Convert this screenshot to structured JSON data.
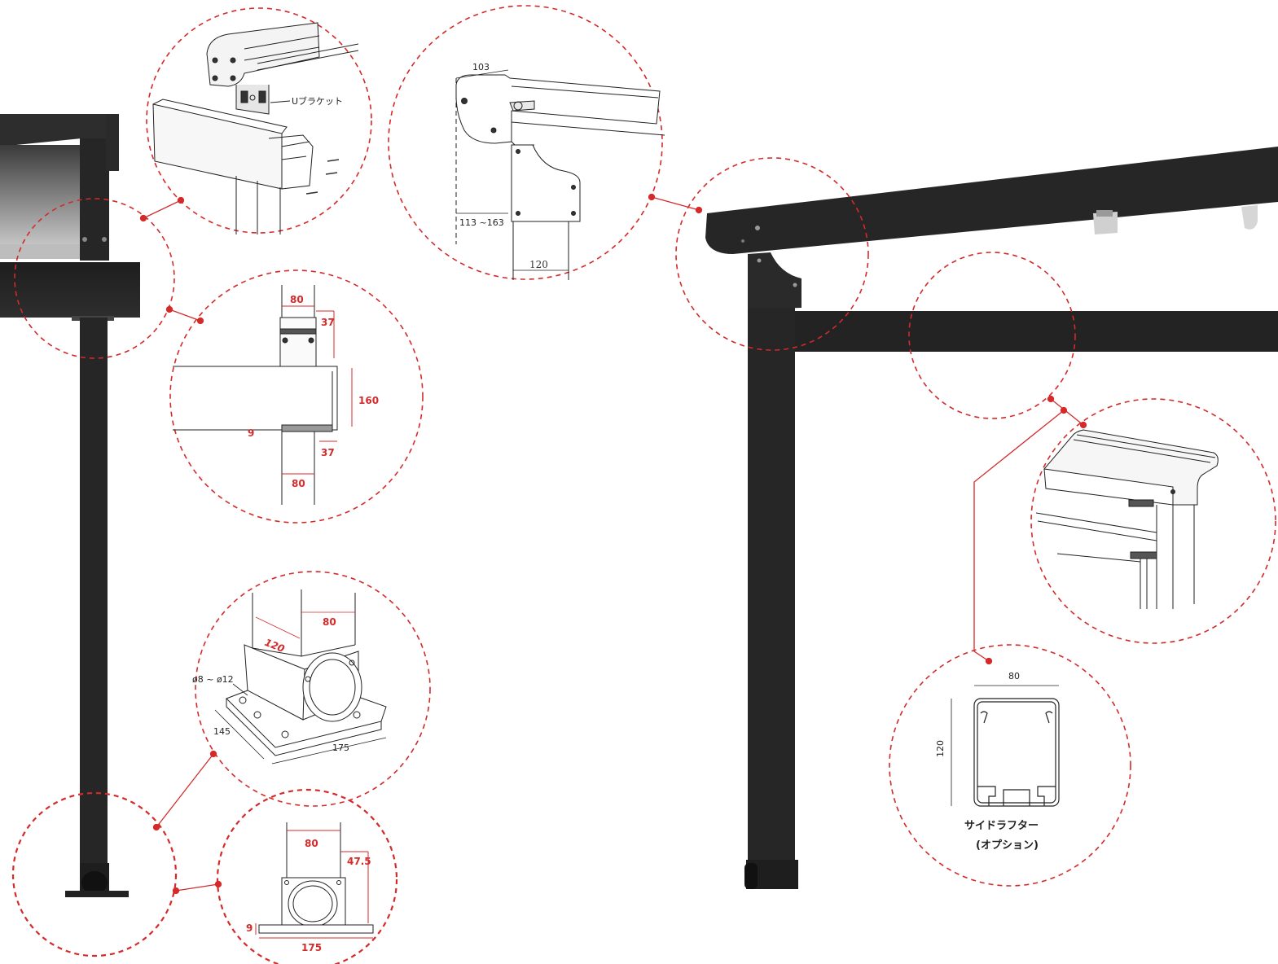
{
  "colors": {
    "accent_red": "#d42a2a",
    "frame_dark": "#262626",
    "line_gray": "#333333"
  },
  "callouts": {
    "top_bracket": {
      "label": "Uブラケット"
    },
    "side_top": {
      "dim_width": "103",
      "dim_offset": "113 ~163",
      "dim_post": "120"
    },
    "beam_joint": {
      "top_w": "80",
      "top_gap": "37",
      "height": "160",
      "offset": "9",
      "bottom_gap": "37",
      "bottom_w": "80"
    },
    "base_iso": {
      "w": "80",
      "d": "120",
      "bolt": "ø8 ~ ø12",
      "plate_d": "145",
      "plate_w": "175"
    },
    "base_front": {
      "w": "80",
      "gap": "47.5",
      "h": "9",
      "plate_w": "175"
    },
    "rafter_profile": {
      "w": "80",
      "h": "120",
      "title": "サイドラフター",
      "subtitle": "(オプション)"
    }
  }
}
